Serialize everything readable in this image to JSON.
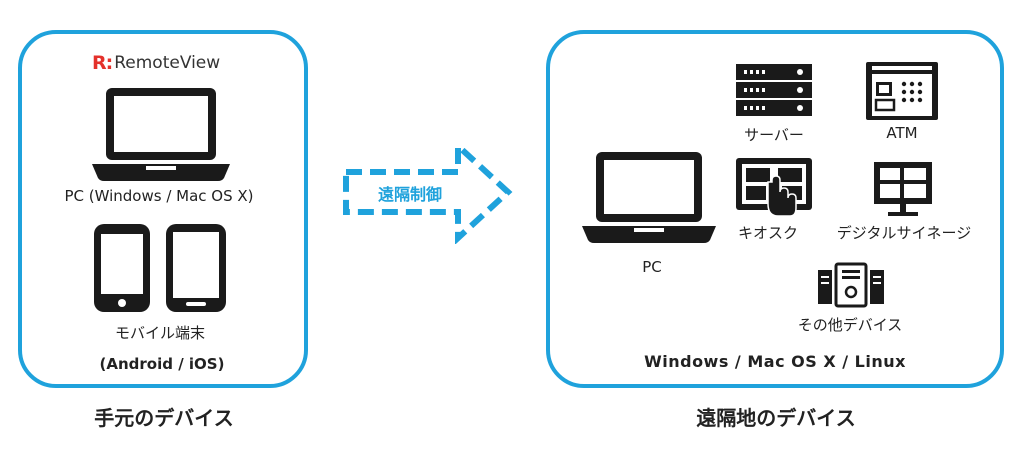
{
  "local": {
    "logo_mark": "R:",
    "logo_text": "RemoteView",
    "pc_label": "PC (Windows / Mac OS X)",
    "mobile_label": "モバイル端末",
    "os_label": "(Android / iOS)",
    "caption": "手元のデバイス"
  },
  "arrow": {
    "label": "遠隔制御"
  },
  "remote": {
    "pc_label": "PC",
    "server_label": "サーバー",
    "atm_label": "ATM",
    "kiosk_label": "キオスク",
    "signage_label": "デジタルサイネージ",
    "other_label": "その他デバイス",
    "os_label": "Windows / Mac OS X / Linux",
    "caption": "遠隔地のデバイス"
  },
  "colors": {
    "frame": "#1fa2dc",
    "icon": "#1a1a1a",
    "logo_red": "#e4312b"
  }
}
